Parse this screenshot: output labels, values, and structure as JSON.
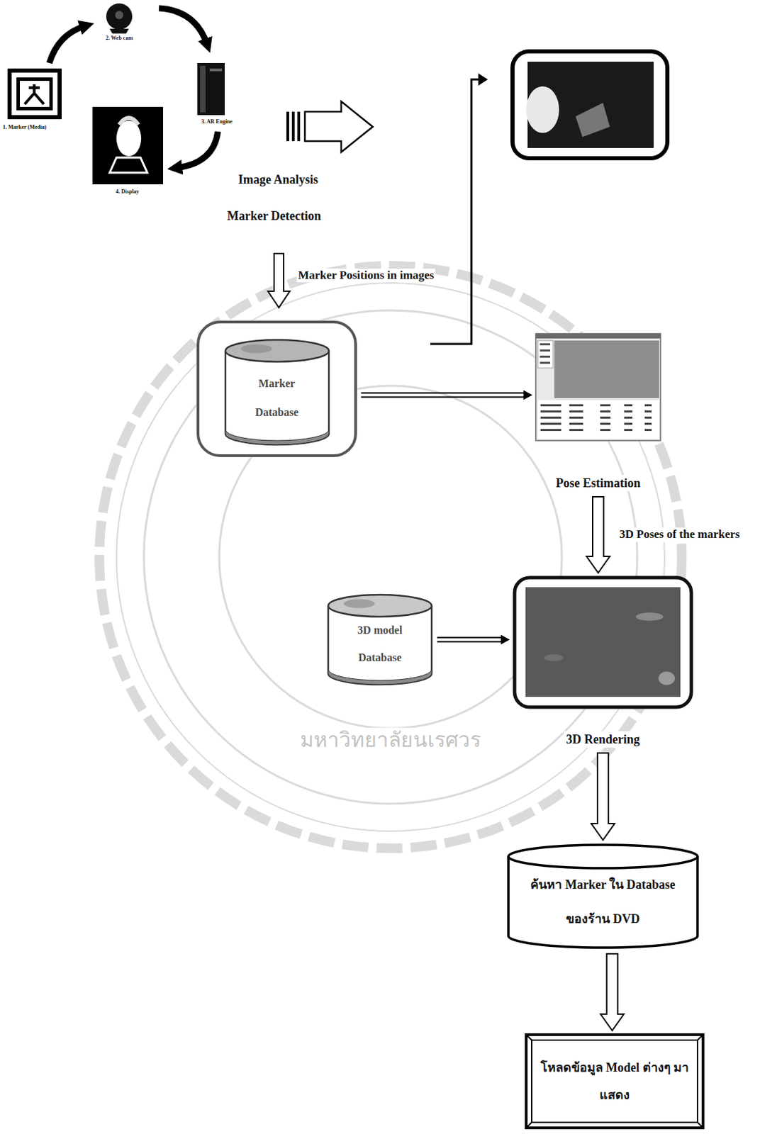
{
  "diagram": {
    "nodes": [
      {
        "text": [
          "Marker Database"
        ]
      },
      {
        "text": [
          "Pose Estimation"
        ]
      },
      {
        "text": [
          "3D model Database"
        ]
      },
      {
        "text": [
          "3D Rendering"
        ]
      },
      {
        "text": [
          "ค้นหา Marker ใน Database ของร้าน DVD"
        ]
      },
      {
        "text": [
          "โหลดข้อมูล Model ต่างๆ มาแสดง"
        ]
      }
    ],
    "edges": [
      {
        "from": 0,
        "to": 1,
        "arrow": "to"
      },
      {
        "from": 1,
        "to": 3,
        "label": "3D Poses of the markers",
        "arrow": "to"
      },
      {
        "from": 2,
        "to": 3,
        "arrow": "to"
      },
      {
        "from": 3,
        "to": 4,
        "arrow": "to"
      },
      {
        "from": 4,
        "to": 5,
        "arrow": "to"
      }
    ],
    "labels": [
      "1. Marker (Media)",
      "2. Web cam",
      "3. AR Engine",
      "4. Display",
      "Image Analysis",
      "Marker Detection",
      "Marker Positions in images",
      "มหาวิทยาลัยนเรศวร"
    ]
  }
}
